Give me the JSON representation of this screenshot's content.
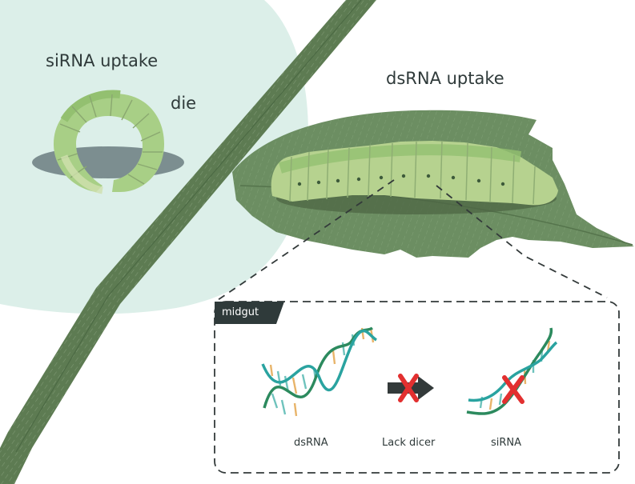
{
  "labels": {
    "sirna_uptake": "siRNA uptake",
    "die": "die",
    "dsrna_uptake": "dsRNA uptake"
  },
  "inset": {
    "tab": "midgut",
    "dsrna": "dsRNA",
    "lack_dicer": "Lack dicer",
    "sirna": "siRNA"
  },
  "colors": {
    "bg_glow": "#dcefe9",
    "stem": "#5d7b52",
    "leaf": "#6c8e62",
    "larva_body": "#a8cf86",
    "larva_light": "#cfe0ae",
    "shadow": "#6b7d80",
    "strand_green": "#2c8a5e",
    "strand_teal": "#2aa3a0",
    "base_orange": "#e8b46a",
    "base_teal": "#6fc3bd",
    "cross_red": "#e23030",
    "arrow": "#333a3a",
    "tab_bg": "#2f3a3a"
  },
  "icons": {
    "blocked_arrow": "arrow-right-with-red-x",
    "blocked_sirna": "red-x-over-sirna"
  }
}
